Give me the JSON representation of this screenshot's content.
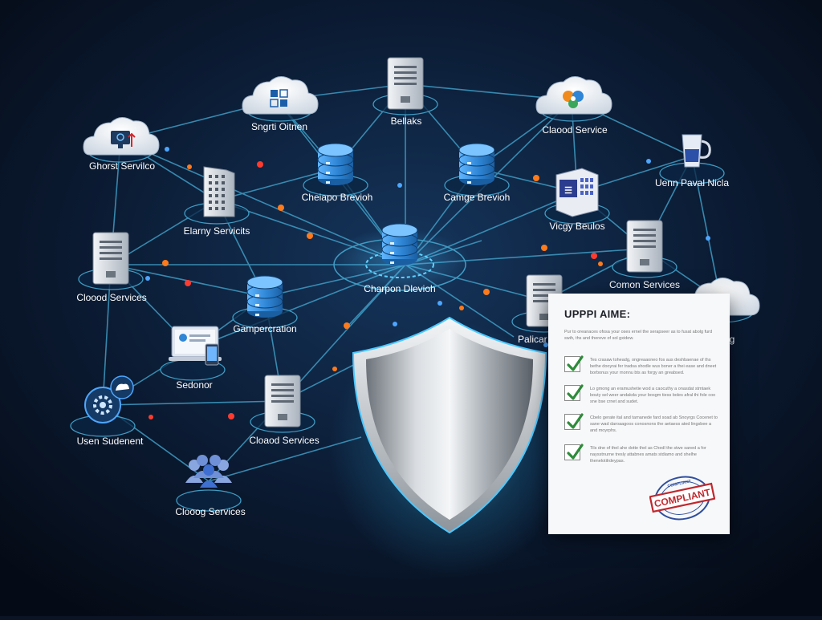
{
  "colors": {
    "background_dark": "#06101e",
    "background_glow": "#15355c",
    "link_line": "#3f9cc4",
    "link_glow": "#5fd2ff",
    "node_red": "#ff3b2f",
    "node_orange": "#ff7a1a",
    "node_blue": "#4da6ff",
    "db_blue": "#2f86d6",
    "shield_silver": "#c9cdd2",
    "check_green": "#2e8b3a",
    "stamp_red": "#c0282d"
  },
  "nodes": [
    {
      "id": "n1",
      "label": "Ghorst Servilco",
      "icon": "cloud-monitor-icon"
    },
    {
      "id": "n2",
      "label": "Sngrti Oitnen",
      "icon": "cloud-apps-icon"
    },
    {
      "id": "n3",
      "label": "Bellaks",
      "icon": "server-icon"
    },
    {
      "id": "n4",
      "label": "Claood Service",
      "icon": "cloud-tools-icon"
    },
    {
      "id": "n5",
      "label": "Uenn Paval Nicla",
      "icon": "mug-icon"
    },
    {
      "id": "n6",
      "label": "Elarny Servicits",
      "icon": "office-building-icon"
    },
    {
      "id": "n7",
      "label": "Cheiapo Brevioh",
      "icon": "database-icon"
    },
    {
      "id": "n8",
      "label": "Camge Brevioh",
      "icon": "database-icon"
    },
    {
      "id": "n9",
      "label": "Vicgy Beulos",
      "icon": "app-cube-icon"
    },
    {
      "id": "n10",
      "label": "Cloood Services",
      "icon": "server-icon"
    },
    {
      "id": "n11",
      "label": "Charpon Dlevioh",
      "icon": "database-icon"
    },
    {
      "id": "n12",
      "label": "Comon Services",
      "icon": "server-icon"
    },
    {
      "id": "n13",
      "label": "Gampercration",
      "icon": "database-icon"
    },
    {
      "id": "n14",
      "label": "Palicar c",
      "icon": "server-icon"
    },
    {
      "id": "n15",
      "label": "Sedonor",
      "icon": "devices-icon"
    },
    {
      "id": "n16",
      "label": "Usen Sudenent",
      "icon": "gear-network-icon"
    },
    {
      "id": "n17",
      "label": "Cloaod Services",
      "icon": "server-icon"
    },
    {
      "id": "n18",
      "label": "Clooog Services",
      "icon": "users-icon"
    },
    {
      "id": "n19",
      "label": "g",
      "icon": "cloud-icon"
    }
  ],
  "shield": {
    "icon": "shield-icon"
  },
  "document": {
    "title": "UPPPI AIME:",
    "intro": "Pur to oreanaces ofosa your oses ernel the serapseer as to fusat abolg furd swih, ths and thereve of sol gxidew.",
    "items": [
      {
        "text": "Tes crasaw toheadg, ongreaaoneo fos aus deshbaenae of ths bethe dooyrai fer tradsa shodle wus boner a thei ease and dneet borbonus your rnonnu bts as forgy an greabsed."
      },
      {
        "text": "Lo gmong an eramushetie wod a caocuthy a onasdat stmtaek bouty sel weer andakda your bosgm tiess boles afral thi fole coo sne bse crnet and sudet."
      },
      {
        "text": "Cbelo gerate ital and tarnanede fard soad ab Snoyrgs Cocenet to sane wad daroaagoos conosnons the aetaess ated lingsbee a and moyrphs."
      },
      {
        "text": "Tils dne of thel ahe dotte thel as Chedl the stwe saned a for naysstnurne tresly attabnes amats stdiamo and shelhe thenelotilrdeypas."
      }
    ],
    "stamp": "COMPLIANT",
    "stamp_ring": "COMPLIANT"
  }
}
